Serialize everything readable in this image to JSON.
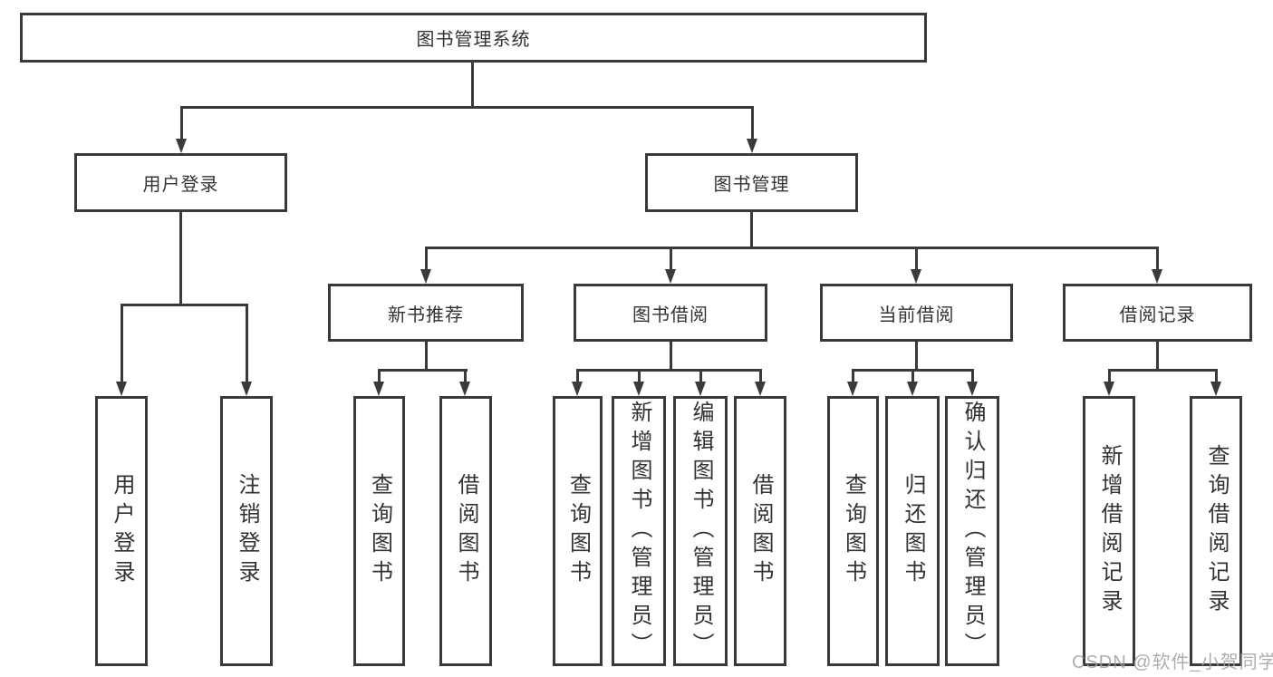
{
  "tree": {
    "label": "图书管理系统",
    "children": [
      {
        "label": "用户登录",
        "children": [
          {
            "label": "用户登录"
          },
          {
            "label": "注销登录"
          }
        ]
      },
      {
        "label": "图书管理",
        "children": [
          {
            "label": "新书推荐",
            "children": [
              {
                "label": "查询图书"
              },
              {
                "label": "借阅图书"
              }
            ]
          },
          {
            "label": "图书借阅",
            "children": [
              {
                "label": "查询图书"
              },
              {
                "label": "新增图书（管理员）"
              },
              {
                "label": "编辑图书（管理员）"
              },
              {
                "label": "借阅图书"
              }
            ]
          },
          {
            "label": "当前借阅",
            "children": [
              {
                "label": "查询图书"
              },
              {
                "label": "归还图书"
              },
              {
                "label": "确认归还（管理员）"
              }
            ]
          },
          {
            "label": "借阅记录",
            "children": [
              {
                "label": "新增借阅记录"
              },
              {
                "label": "查询借阅记录"
              }
            ]
          }
        ]
      }
    ]
  },
  "watermark": {
    "text": "CSDN @软件_小贺同学"
  },
  "colors": {
    "line": "#3a3a3a",
    "text": "#333333",
    "watermark": "#a0a0a0",
    "background": "#ffffff"
  }
}
